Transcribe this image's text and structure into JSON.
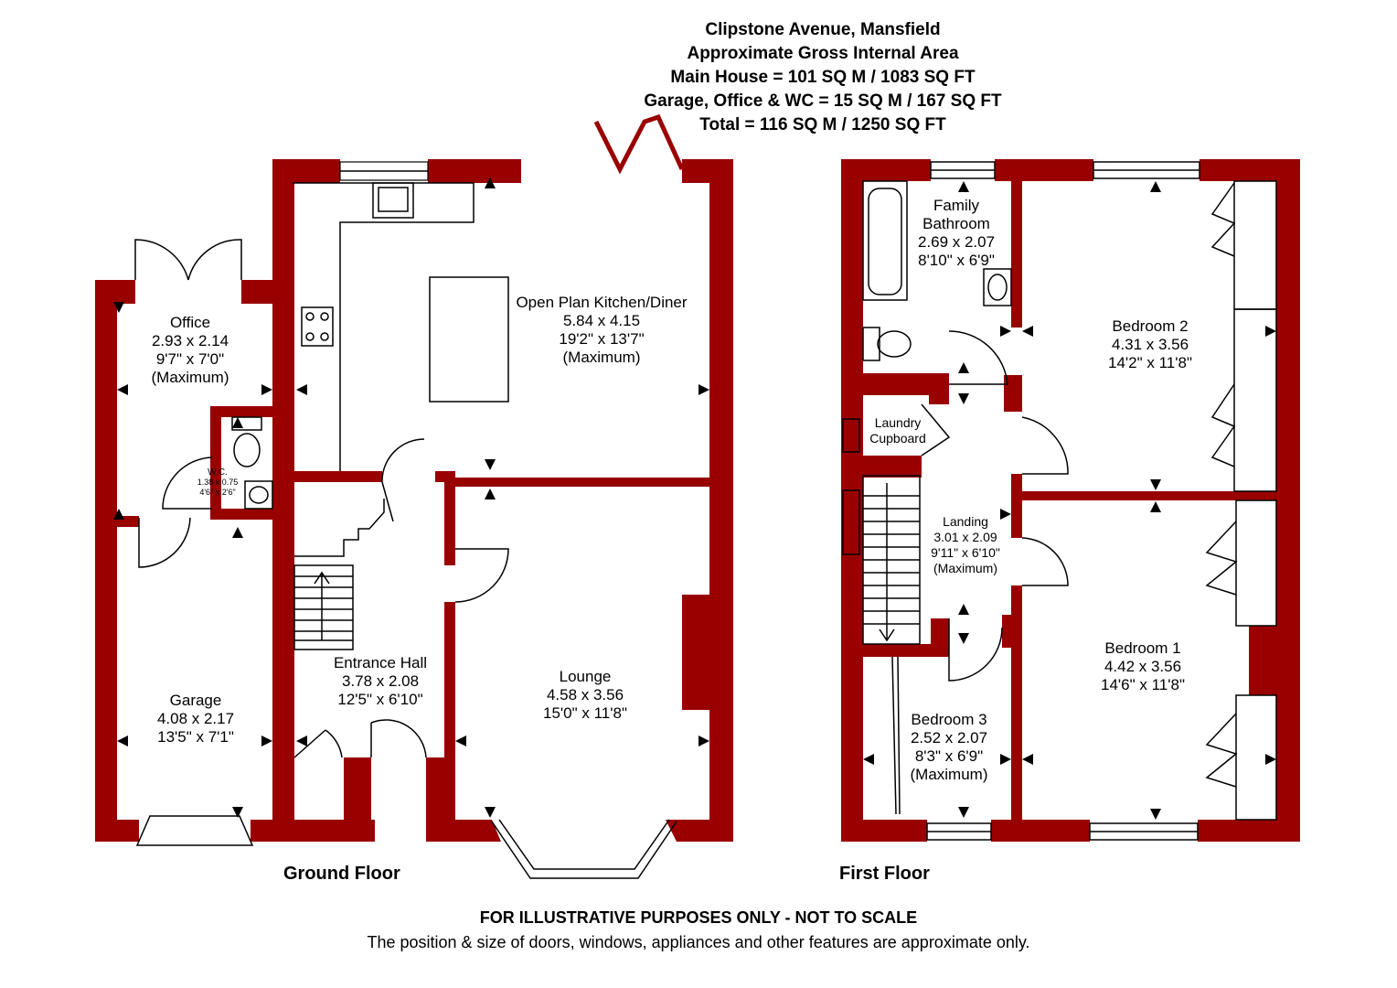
{
  "header": {
    "address": "Clipstone Avenue, Mansfield",
    "subtitle": "Approximate Gross Internal Area",
    "main_house": "Main House = 101 SQ M / 1083 SQ FT",
    "outbuildings": "Garage, Office & WC = 15 SQ M / 167 SQ FT",
    "total": "Total = 116 SQ M / 1250 SQ FT"
  },
  "colors": {
    "wall": "#990000",
    "line": "#000000",
    "background": "#ffffff"
  },
  "ground_floor": {
    "label": "Ground Floor",
    "rooms": {
      "kitchen": {
        "name": "Open Plan Kitchen/Diner",
        "metric": "5.84 x 4.15",
        "imperial": "19'2\" x 13'7\"",
        "note": "(Maximum)"
      },
      "office": {
        "name": "Office",
        "metric": "2.93 x 2.14",
        "imperial": "9'7\" x 7'0\"",
        "note": "(Maximum)"
      },
      "wc": {
        "name": "W.C.",
        "metric": "1.38 x 0.75",
        "imperial": "4'6\" x 2'6\""
      },
      "garage": {
        "name": "Garage",
        "metric": "4.08 x 2.17",
        "imperial": "13'5\" x 7'1\""
      },
      "hall": {
        "name": "Entrance Hall",
        "metric": "3.78 x 2.08",
        "imperial": "12'5\" x 6'10\""
      },
      "lounge": {
        "name": "Lounge",
        "metric": "4.58 x 3.56",
        "imperial": "15'0\" x 11'8\""
      }
    }
  },
  "first_floor": {
    "label": "First Floor",
    "rooms": {
      "bathroom": {
        "name1": "Family",
        "name2": "Bathroom",
        "metric": "2.69 x 2.07",
        "imperial": "8'10\" x 6'9\""
      },
      "bed2": {
        "name": "Bedroom 2",
        "metric": "4.31 x 3.56",
        "imperial": "14'2\" x 11'8\""
      },
      "laundry": {
        "name1": "Laundry",
        "name2": "Cupboard"
      },
      "landing": {
        "name": "Landing",
        "metric": "3.01 x 2.09",
        "imperial": "9'11\" x 6'10\"",
        "note": "(Maximum)"
      },
      "bed1": {
        "name": "Bedroom 1",
        "metric": "4.42 x 3.56",
        "imperial": "14'6\" x 11'8\""
      },
      "bed3": {
        "name": "Bedroom 3",
        "metric": "2.52 x 2.07",
        "imperial": "8'3\" x 6'9\"",
        "note": "(Maximum)"
      }
    }
  },
  "disclaimer": {
    "line1": "FOR ILLUSTRATIVE PURPOSES ONLY - NOT TO SCALE",
    "line2": "The position & size of doors, windows, appliances and other features are approximate only."
  }
}
